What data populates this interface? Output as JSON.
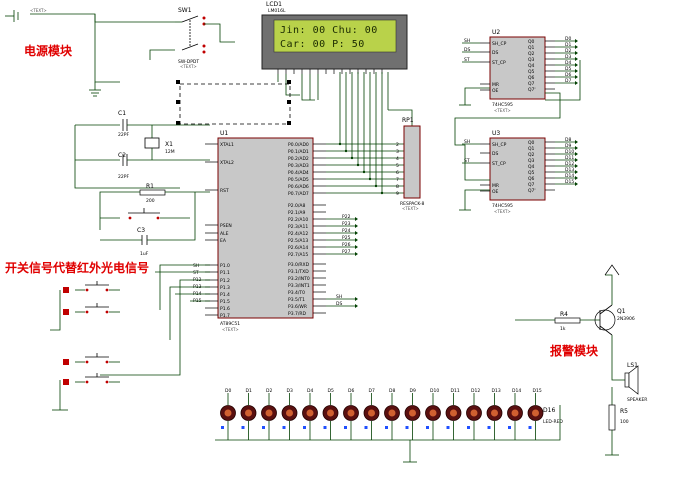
{
  "labels": {
    "power_module": "电源模块",
    "switch_note": "开关信号代替红外光电信号",
    "alarm_module": "报警模块"
  },
  "components": {
    "sw1": {
      "ref": "SW1",
      "value": "SW-DPDT"
    },
    "lcd1": {
      "ref": "LCD1",
      "value": "LM016L"
    },
    "lcd_line1": "Jin: 00 Chu: 00",
    "lcd_line2": "Car: 00   P: 50",
    "u1": {
      "ref": "U1",
      "value": "AT89C51"
    },
    "u2": {
      "ref": "U2",
      "value": "74HC595"
    },
    "u3": {
      "ref": "U3",
      "value": "74HC595"
    },
    "rp1": {
      "ref": "RP1",
      "value": "RESPACK-8"
    },
    "c1": {
      "ref": "C1",
      "value": "22PF"
    },
    "c2": {
      "ref": "C2",
      "value": "22PF"
    },
    "c3": {
      "ref": "C3",
      "value": "1uF"
    },
    "x1": {
      "ref": "X1",
      "value": "12M"
    },
    "r1": {
      "ref": "R1",
      "value": "200"
    },
    "r4": {
      "ref": "R4",
      "value": "1k"
    },
    "r5": {
      "ref": "R5",
      "value": "100"
    },
    "q1": {
      "ref": "Q1",
      "value": "2N3906"
    },
    "ls1": {
      "ref": "LS1",
      "value": "SPEAKER"
    },
    "d16": {
      "ref": "D16",
      "value": "LED-RED"
    },
    "text_placeholder": "<TEXT>"
  },
  "u1_pins_left": [
    "XTAL1",
    "XTAL2",
    "RST",
    "PSEN",
    "ALE",
    "EA",
    "P1.0",
    "P1.1",
    "P1.2",
    "P1.3",
    "P1.4",
    "P1.5",
    "P1.6",
    "P1.7"
  ],
  "u1_pins_right": [
    "P0.0/AD0",
    "P0.1/AD1",
    "P0.2/AD2",
    "P0.3/AD3",
    "P0.4/AD4",
    "P0.5/AD5",
    "P0.6/AD6",
    "P0.7/AD7",
    "P2.0/A8",
    "P2.1/A9",
    "P2.2/A10",
    "P2.3/A11",
    "P2.4/A12",
    "P2.5/A13",
    "P2.6/A14",
    "P2.7/A15",
    "P3.0/RXD",
    "P3.1/TXD",
    "P3.2/INT0",
    "P3.3/INT1",
    "P3.4/T0",
    "P3.5/T1",
    "P3.6/WR",
    "P3.7/RD"
  ],
  "u1_left_nets": [
    "SH",
    "ST",
    "P12",
    "P13",
    "P14",
    "P15"
  ],
  "u1_right_nets": [
    "P22",
    "P23",
    "P24",
    "P25",
    "P26",
    "P27"
  ],
  "u1_p3_nets": [
    "SH",
    "DS"
  ],
  "hc595_pins_left": [
    "SH_CP",
    "ST_CP",
    "DS",
    "MR",
    "OE"
  ],
  "hc595_pins_right": [
    "Q0",
    "Q1",
    "Q2",
    "Q3",
    "Q4",
    "Q5",
    "Q6",
    "Q7",
    "Q7'"
  ],
  "u2_outputs": [
    "D0",
    "D1",
    "D2",
    "D3",
    "D4",
    "D5",
    "D6",
    "D7"
  ],
  "u3_outputs": [
    "D8",
    "D9",
    "D10",
    "D11",
    "D12",
    "D13",
    "D14",
    "D15"
  ],
  "u2_inputs": [
    "SH",
    "ST",
    "DS"
  ],
  "u3_inputs": [
    "SH",
    "ST"
  ],
  "led_labels": [
    "D0",
    "D1",
    "D2",
    "D3",
    "D4",
    "D5",
    "D6",
    "D7",
    "D8",
    "D9",
    "D10",
    "D11",
    "D12",
    "D13",
    "D14",
    "D15"
  ],
  "colors": {
    "wire": "#004000",
    "chip_fill": "#c8c8c8",
    "chip_border": "#7a0000",
    "lcd_green": "#b9d24a",
    "annotation_red": "#e00000"
  }
}
